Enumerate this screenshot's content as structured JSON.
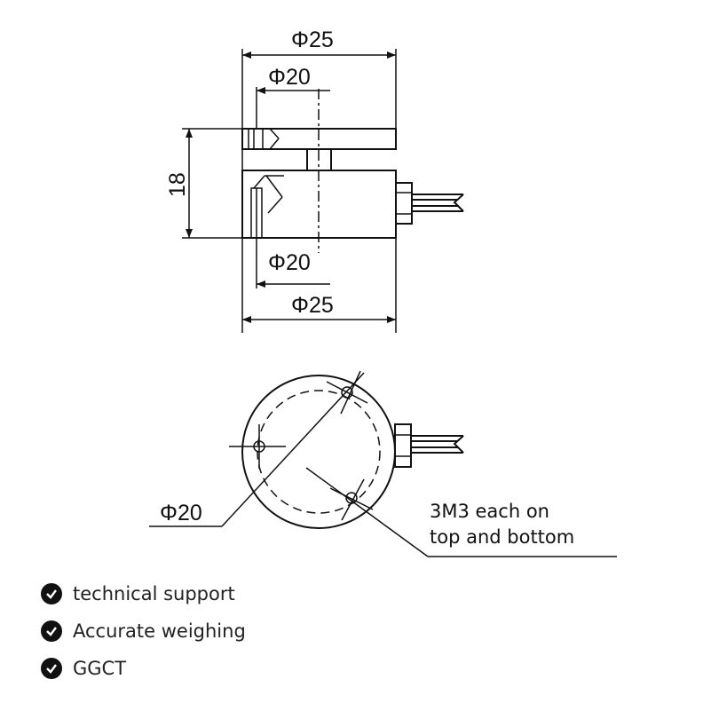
{
  "drawing": {
    "top_view": {
      "outer_diameter_top": "Φ25",
      "inner_diameter_top": "Φ20",
      "height": "18",
      "inner_diameter_bottom": "Φ20",
      "outer_diameter_bottom": "Φ25"
    },
    "bottom_view": {
      "bolt_circle_diameter": "Φ20",
      "thread_note_line1": "3M3 each on",
      "thread_note_line2": "top and bottom"
    }
  },
  "features": [
    {
      "label": "technical support",
      "icon": "check-circle-icon"
    },
    {
      "label": "Accurate weighing",
      "icon": "check-circle-icon"
    },
    {
      "label": "GGCT",
      "icon": "check-circle-icon"
    }
  ]
}
